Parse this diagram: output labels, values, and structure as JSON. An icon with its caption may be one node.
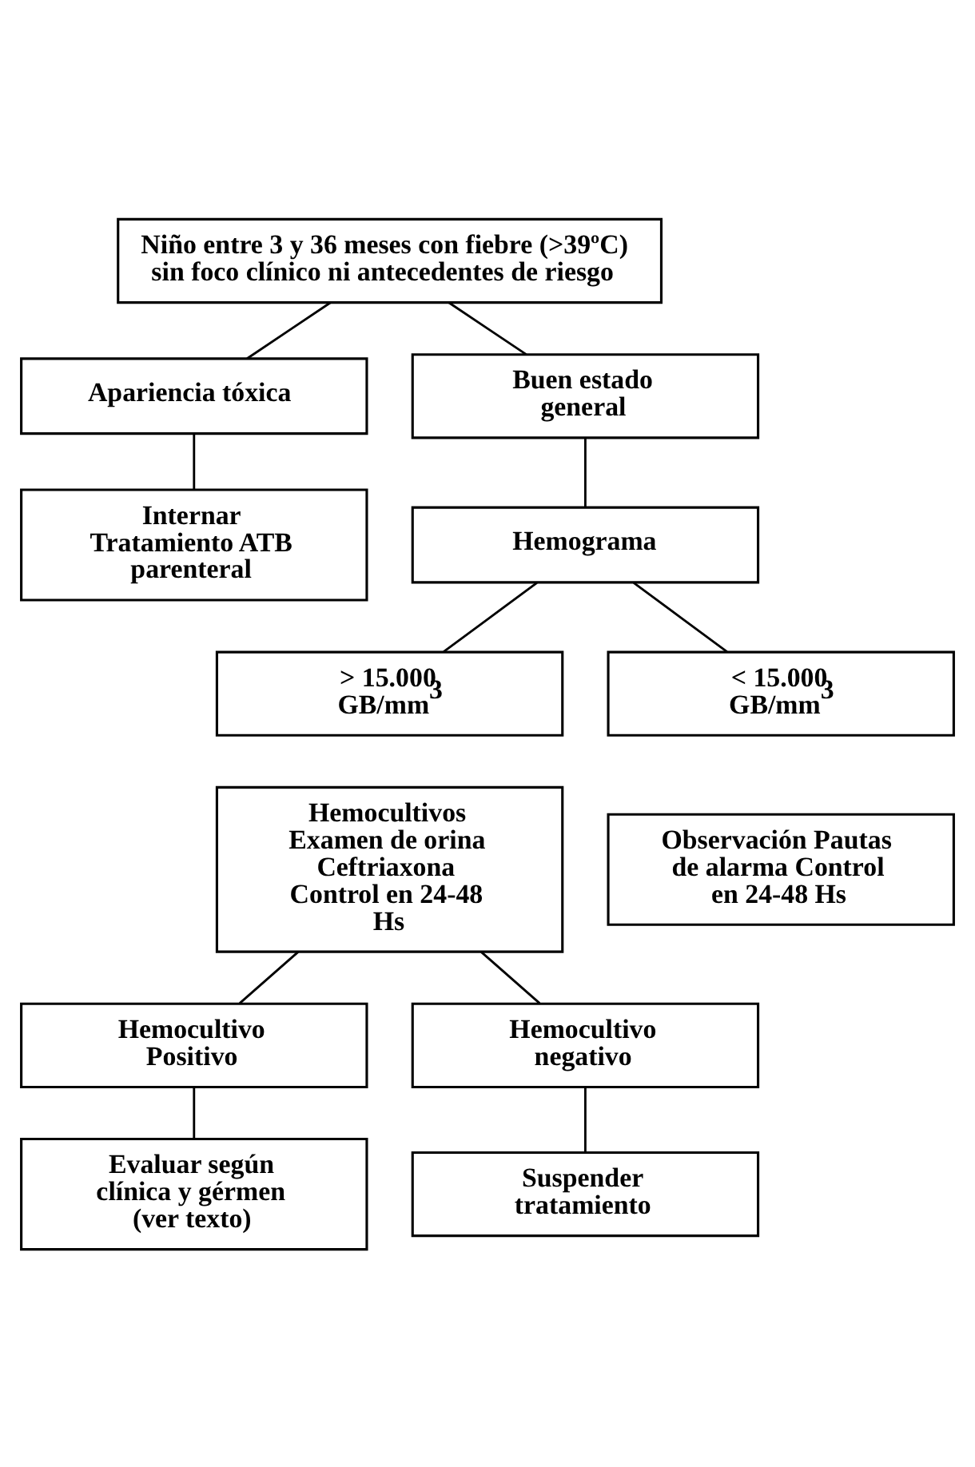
{
  "diagram": {
    "nodes": [
      {
        "text": [
          "Niño entre 3 y 36 meses con fiebre (>39ºC) sin foco clínico ni antecedentes de riesgo"
        ]
      },
      {
        "text": [
          "Apariencia tóxica"
        ]
      },
      {
        "text": [
          "Buen estado general"
        ]
      },
      {
        "text": [
          "Internar Tratamiento ATB parenteral"
        ]
      },
      {
        "text": [
          "Hemograma"
        ]
      },
      {
        "text": [
          "> 15.000 GB/mm$^{3}$"
        ]
      },
      {
        "text": [
          "< 15.000 GB/mm$^{3}$"
        ]
      },
      {
        "text": [
          "Hemocultivos Examen de orina Ceftriaxona Control en 24-48 Hs"
        ]
      },
      {
        "text": [
          "Observación Pautas de alarma Control en 24-48 Hs"
        ]
      },
      {
        "text": [
          "Hemocultivo Positivo"
        ]
      },
      {
        "text": [
          "Hemocultivo negativo"
        ]
      },
      {
        "text": [
          "Evaluar según clínica y gérmen (ver texto)"
        ]
      },
      {
        "text": [
          "Suspender tratamiento"
        ]
      }
    ],
    "edges": [
      {
        "from": 0,
        "to": 1,
        "arrow": "none"
      },
      {
        "from": 0,
        "to": 2,
        "arrow": "none"
      },
      {
        "from": 1,
        "to": 3,
        "arrow": "none"
      },
      {
        "from": 2,
        "to": 4,
        "arrow": "none"
      },
      {
        "from": 4,
        "to": 5,
        "arrow": "none"
      },
      {
        "from": 4,
        "to": 6,
        "arrow": "none"
      },
      {
        "from": 7,
        "to": 9,
        "arrow": "none"
      },
      {
        "from": 7,
        "to": 10,
        "arrow": "none"
      },
      {
        "from": 9,
        "to": 11,
        "arrow": "none"
      },
      {
        "from": 10,
        "to": 12,
        "arrow": "none"
      }
    ]
  }
}
